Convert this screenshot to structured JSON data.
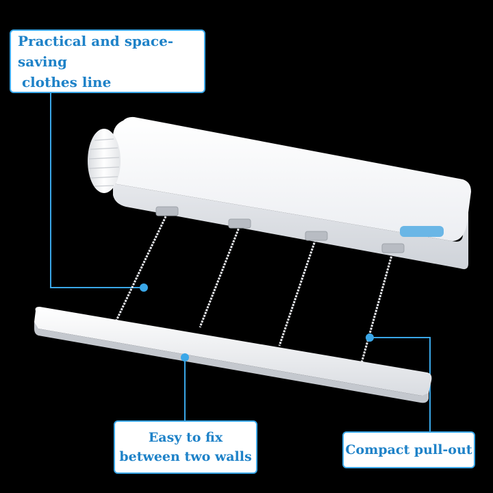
{
  "callouts": {
    "top_left": {
      "line1": "Practical and space-saving",
      "line2": "clothes line"
    },
    "bottom_middle": {
      "line1": "Easy to fix",
      "line2": "between two walls"
    },
    "bottom_right": {
      "line1": "Compact pull-out"
    }
  },
  "colors": {
    "background": "#000000",
    "accent": "#3aa7e8",
    "callout_text": "#1e82c8",
    "product": "#f2f3f5"
  },
  "product": {
    "line_count": 4
  }
}
